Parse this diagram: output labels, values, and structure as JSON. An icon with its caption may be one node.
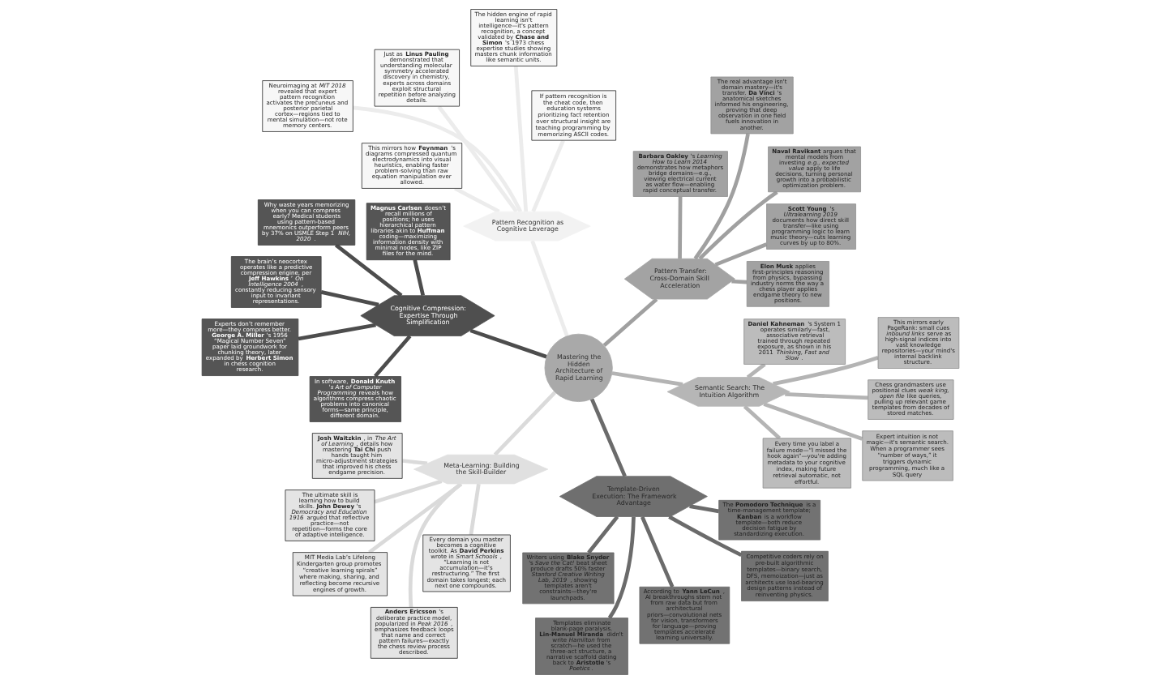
{
  "diagram": {
    "nodes": [
      {
        "text": [
          "Mastering the Hidden Architecture of Rapid Learning"
        ]
      },
      {
        "text": [
          "Meta-Learning: Building the Skill-Builder"
        ]
      },
      {
        "text": [
          "**Anders Ericsson** 's deliberate practice model, popularized in *Peak 2016* , emphasizes feedback loops that name and correct pattern failures—exactly the chess review process described."
        ]
      },
      {
        "text": [
          "**Josh Waitzkin** , in *The Art of Learning* , details how mastering **Tai Chi** push hands taught him micro-adjustment strategies that improved his chess endgame precision."
        ]
      },
      {
        "text": [
          "Every domain you master becomes a cognitive toolkit. As **David Perkins** wrote in *Smart Schools* , “Learning is not accumulation—it’s restructuring.” The first domain takes longest; each next one compounds."
        ]
      },
      {
        "text": [
          "The ultimate skill is learning how to build skills. **John Dewey** 's *Democracy and Education 1916* argued that reflective practice—not repetition—forms the core of adaptive intelligence."
        ]
      },
      {
        "text": [
          "MIT Media Lab’s Lifelong Kindergarten group promotes “creative learning spirals” where making, sharing, and reflecting become recursive engines of growth."
        ]
      },
      {
        "text": [
          "Template-Driven Execution: The Framework Advantage"
        ]
      },
      {
        "text": [
          "Templates eliminate blank-page paralysis. **Lin-Manuel Miranda** didn't write *Hamilton* from scratch—he used the three-act structure, a narrative scaffold dating back to **Aristotle** 's *Poetics* ."
        ]
      },
      {
        "text": [
          "Competitive coders rely on pre-built algorithmic templates—binary search, DFS, memoization—just as architects use load-bearing design patterns instead of reinventing physics."
        ]
      },
      {
        "text": [
          "According to **Yann LeCun** , AI breakthroughs stem not from raw data but from architectural priors—convolutional nets for vision, transformers for language—proving templates accelerate learning universally."
        ]
      },
      {
        "text": [
          "Writers using **Blake Snyder** 's *Save the Cat!* beat sheet produce drafts 50% faster *Stanford Creative Writing Lab, 2019* , showing templates aren't constraints—they're launchpads."
        ]
      },
      {
        "text": [
          "The **Pomodoro Technique** is a time-management template; **Kanban** is a workflow template—both reduce decision fatigue by standardizing execution."
        ]
      },
      {
        "text": [
          "Pattern Transfer: Cross-Domain Skill Acceleration"
        ]
      },
      {
        "text": [
          "**Naval Ravikant** argues that mental models from investing *e.g., expected value* apply to life decisions, turning personal growth into a probabilistic optimization problem."
        ]
      },
      {
        "text": [
          "**Scott Young** 's *Ultralearning 2019* documents how direct skill transfer—like using programming logic to learn music theory—cuts learning curves by up to 80%."
        ]
      },
      {
        "text": [
          "**Elon Musk** applies first-principles reasoning from physics, bypassing industry norms the way a chess player applies endgame theory to new positions."
        ]
      },
      {
        "text": [
          "The real advantage isn't domain mastery—it's transfer. **Da Vinci** 's anatomical sketches informed his engineering, proving that deep observation in one field fuels innovation in another."
        ]
      },
      {
        "text": [
          "**Barbara Oakley** 's *Learning How to Learn 2014* demonstrates how metaphors bridge domains—e.g., viewing electrical current as water flow—enabling rapid conceptual transfer."
        ]
      },
      {
        "text": [
          "Pattern Recognition as Cognitive Leverage"
        ]
      },
      {
        "text": [
          "Neuroimaging at *MIT 2018* revealed that expert pattern recognition activates the precuneus and posterior parietal cortex—regions tied to mental simulation—not rote memory centers."
        ]
      },
      {
        "text": [
          "This mirrors how **Feynman** 's diagrams compressed quantum electrodynamics into visual heuristics, enabling faster problem-solving than raw equation manipulation ever allowed."
        ]
      },
      {
        "text": [
          "The hidden engine of rapid learning isn't intelligence—it's pattern recognition, a concept validated by **Chase and Simon** 's 1973 chess expertise studies showing masters chunk information like semantic units."
        ]
      },
      {
        "text": [
          "If pattern recognition is the cheat code, then education systems prioritizing fact retention over structural insight are teaching programming by memorizing ASCII codes."
        ]
      },
      {
        "text": [
          "Just as **Linus Pauling** demonstrated that understanding molecular symmetry accelerated discovery in chemistry, experts across domains exploit structural repetition before analyzing details."
        ]
      },
      {
        "text": [
          "Semantic Search: The Intuition Algorithm"
        ]
      },
      {
        "text": [
          "Chess grandmasters use positional clues *weak king, open file* like queries, pulling up relevant game templates from decades of stored matches."
        ]
      },
      {
        "text": [
          "**Daniel Kahneman** 's System 1 operates similarly—fast, associative retrieval trained through repeated exposure, as shown in his 2011 *Thinking, Fast and Slow* ."
        ]
      },
      {
        "text": [
          "Every time you label a failure mode—“I missed the hook again”—you're adding metadata to your cognitive index, making future retrieval automatic, not effortful."
        ]
      },
      {
        "text": [
          "Expert intuition is not magic—it's semantic search. When a programmer sees “number of ways,” it triggers dynamic programming, much like a SQL query"
        ]
      },
      {
        "text": [
          "This mirrors early PageRank: small cues *inbound links* serve as high-signal indices into vast knowledge repositories—your mind's internal backlink structure."
        ]
      },
      {
        "text": [
          "Cognitive Compression: Expertise Through Simplification"
        ]
      },
      {
        "text": [
          "Experts don’t remember more—they compress better. **George A. Miller** 's 1956 “Magical Number Seven” paper laid groundwork for chunking theory, later expanded by **Herbert Simon** in chess cognition research."
        ]
      },
      {
        "text": [
          "The brain’s neocortex operates like a predictive compression engine, per **Jeff Hawkins** ’ *On Intelligence 2004* , constantly reducing sensory input to invariant representations."
        ]
      },
      {
        "text": [
          "**Magnus Carlsen** doesn’t recall millions of positions; he uses hierarchical pattern libraries akin to **Huffman** coding—maximizing information density with minimal nodes, like ZIP files for the mind."
        ]
      },
      {
        "text": [
          "In software, **Donald Knuth** *'s Art of Computer Programming* reveals how algorithms compress chaotic problems into canonical forms—same principle, different domain."
        ]
      },
      {
        "text": [
          "Why waste years memorizing when you can compress early? Medical students using pattern-based mnemonics outperform peers by 37% on USMLE Step 1 *NIH, 2020* ."
        ]
      }
    ],
    "edges": [
      {
        "from": 0,
        "to": 1,
        "arrow": "none",
        "color": "#dadada"
      },
      {
        "from": 1,
        "to": 2,
        "arrow": "none",
        "color": "#dadada"
      },
      {
        "from": 1,
        "to": 3,
        "arrow": "none",
        "color": "#dadada"
      },
      {
        "from": 1,
        "to": 4,
        "arrow": "none",
        "color": "#dadada"
      },
      {
        "from": 1,
        "to": 5,
        "arrow": "none",
        "color": "#dadada"
      },
      {
        "from": 1,
        "to": 6,
        "arrow": "none",
        "color": "#dadada"
      },
      {
        "from": 0,
        "to": 7,
        "arrow": "none",
        "color": "#6b6b6b"
      },
      {
        "from": 7,
        "to": 8,
        "arrow": "none",
        "color": "#6b6b6b"
      },
      {
        "from": 7,
        "to": 9,
        "arrow": "none",
        "color": "#6b6b6b"
      },
      {
        "from": 7,
        "to": 10,
        "arrow": "none",
        "color": "#6b6b6b"
      },
      {
        "from": 7,
        "to": 11,
        "arrow": "none",
        "color": "#6b6b6b"
      },
      {
        "from": 7,
        "to": 12,
        "arrow": "none",
        "color": "#6b6b6b"
      },
      {
        "from": 0,
        "to": 13,
        "arrow": "none",
        "color": "#a0a0a0"
      },
      {
        "from": 13,
        "to": 14,
        "arrow": "none",
        "color": "#a0a0a0"
      },
      {
        "from": 13,
        "to": 15,
        "arrow": "none",
        "color": "#a0a0a0"
      },
      {
        "from": 13,
        "to": 16,
        "arrow": "none",
        "color": "#a0a0a0"
      },
      {
        "from": 13,
        "to": 17,
        "arrow": "none",
        "color": "#a0a0a0"
      },
      {
        "from": 13,
        "to": 18,
        "arrow": "none",
        "color": "#a0a0a0"
      },
      {
        "from": 0,
        "to": 19,
        "arrow": "none",
        "color": "#ececec"
      },
      {
        "from": 19,
        "to": 20,
        "arrow": "none",
        "color": "#ececec"
      },
      {
        "from": 19,
        "to": 21,
        "arrow": "none",
        "color": "#ececec"
      },
      {
        "from": 19,
        "to": 22,
        "arrow": "none",
        "color": "#ececec"
      },
      {
        "from": 19,
        "to": 23,
        "arrow": "none",
        "color": "#ececec"
      },
      {
        "from": 19,
        "to": 24,
        "arrow": "none",
        "color": "#ececec"
      },
      {
        "from": 0,
        "to": 25,
        "arrow": "none",
        "color": "#b4b4b4"
      },
      {
        "from": 25,
        "to": 26,
        "arrow": "none",
        "color": "#b4b4b4"
      },
      {
        "from": 25,
        "to": 27,
        "arrow": "none",
        "color": "#b4b4b4"
      },
      {
        "from": 25,
        "to": 28,
        "arrow": "none",
        "color": "#b4b4b4"
      },
      {
        "from": 25,
        "to": 29,
        "arrow": "none",
        "color": "#b4b4b4"
      },
      {
        "from": 25,
        "to": 30,
        "arrow": "none",
        "color": "#b4b4b4"
      },
      {
        "from": 0,
        "to": 31,
        "arrow": "none",
        "color": "#4d4d4d"
      },
      {
        "from": 31,
        "to": 32,
        "arrow": "none",
        "color": "#4d4d4d"
      },
      {
        "from": 31,
        "to": 33,
        "arrow": "none",
        "color": "#4d4d4d"
      },
      {
        "from": 31,
        "to": 34,
        "arrow": "none",
        "color": "#4d4d4d"
      },
      {
        "from": 31,
        "to": 35,
        "arrow": "none",
        "color": "#4d4d4d"
      },
      {
        "from": 31,
        "to": 36,
        "arrow": "none",
        "color": "#4d4d4d"
      }
    ]
  }
}
